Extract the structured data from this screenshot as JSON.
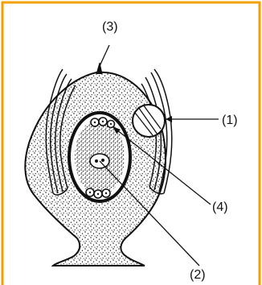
{
  "figure": {
    "labels": [
      {
        "id": "label-1",
        "text": "(1)"
      },
      {
        "id": "label-2",
        "text": "(2)"
      },
      {
        "id": "label-3",
        "text": "(3)"
      },
      {
        "id": "label-4",
        "text": "(4)"
      }
    ]
  },
  "colors": {
    "frame": "#f2a100",
    "ink": "#111111",
    "background": "#ffffff"
  }
}
